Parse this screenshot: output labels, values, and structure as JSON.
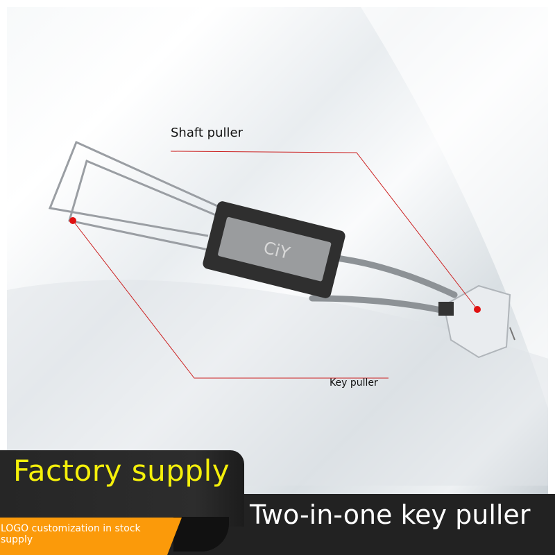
{
  "labels": {
    "shaft_puller": "Shaft puller",
    "key_puller": "Key puller"
  },
  "banner": {
    "headline": "Factory supply",
    "title": "Two-in-one key puller",
    "note": "LOGO customization in stock supply"
  },
  "product": {
    "logo_text": "CiY"
  },
  "colors": {
    "accent_yellow": "#f5f00a",
    "accent_orange": "#fb9a0a",
    "callout_red": "#e01010",
    "band_dark": "#222222"
  }
}
